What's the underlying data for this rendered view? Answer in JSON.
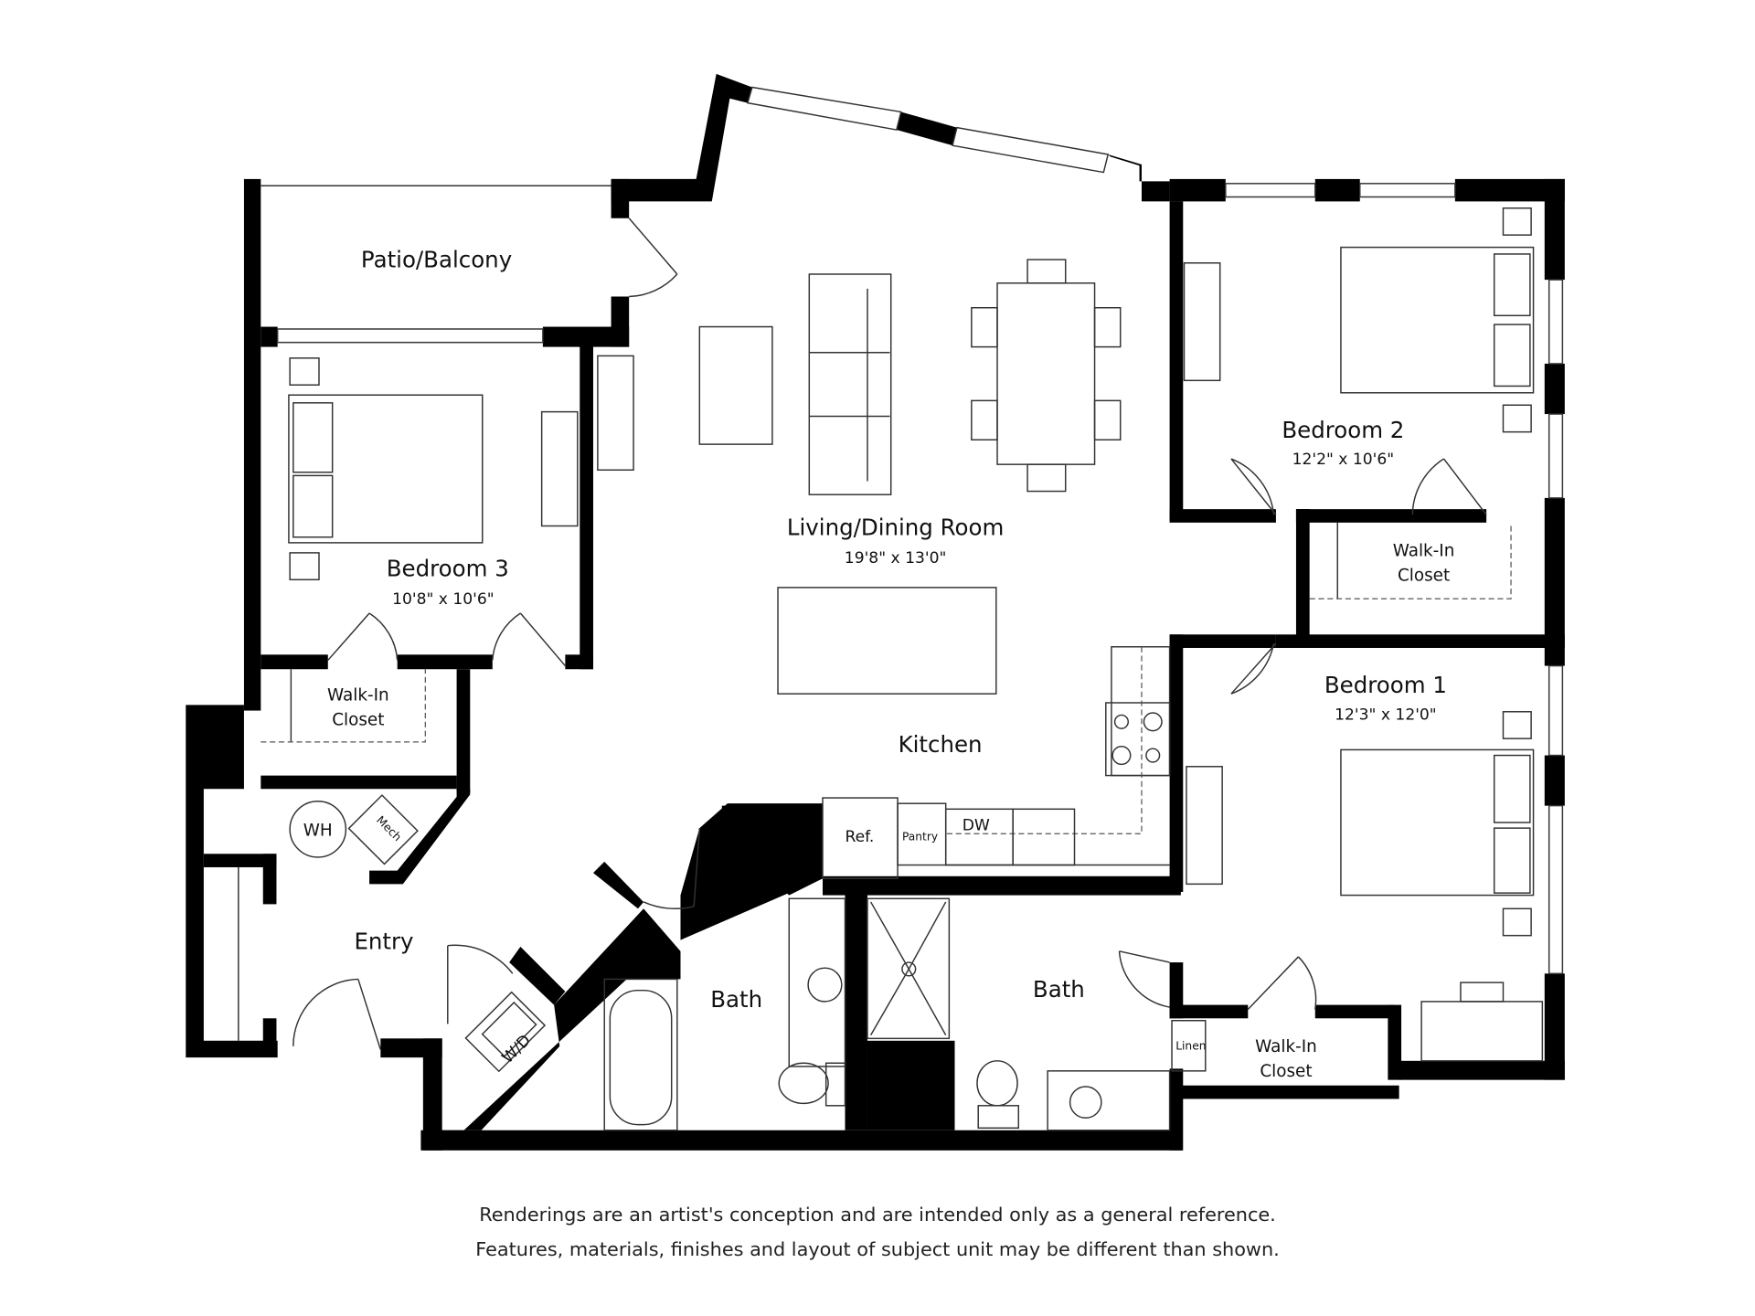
{
  "rooms": {
    "patio": {
      "name": "Patio/Balcony"
    },
    "living": {
      "name": "Living/Dining Room",
      "size": "19'8\" x 13'0\""
    },
    "kitchen": {
      "name": "Kitchen"
    },
    "bedroom1": {
      "name": "Bedroom 1",
      "size": "12'3\" x 12'0\""
    },
    "bedroom2": {
      "name": "Bedroom 2",
      "size": "12'2\" x 10'6\""
    },
    "bedroom3": {
      "name": "Bedroom 3",
      "size": "10'8\" x 10'6\""
    },
    "closet1": {
      "line1": "Walk-In",
      "line2": "Closet"
    },
    "closet2": {
      "line1": "Walk-In",
      "line2": "Closet"
    },
    "closet3": {
      "line1": "Walk-In",
      "line2": "Closet"
    },
    "entry": {
      "name": "Entry"
    },
    "bath1": {
      "name": "Bath"
    },
    "bath2": {
      "name": "Bath"
    }
  },
  "fixtures": {
    "water_heater": "WH",
    "mech": "Mech",
    "washer_dryer": "W/D",
    "refrigerator": "Ref.",
    "pantry": "Pantry",
    "dishwasher": "DW",
    "linen": "Linen"
  },
  "disclaimer": {
    "line1": "Renderings are an artist's conception and are intended only as a general reference.",
    "line2": "Features, materials, finishes and layout of subject unit may be different than shown."
  }
}
